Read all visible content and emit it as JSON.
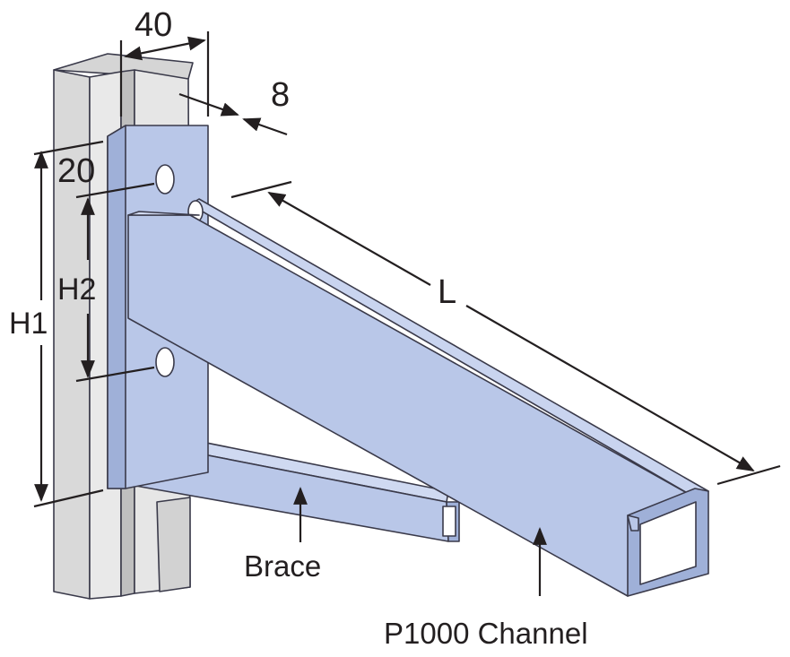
{
  "labels": {
    "dim_width": "40",
    "dim_thickness": "8",
    "dim_hole_offset": "20",
    "dim_h2": "H2",
    "dim_h1": "H1",
    "dim_length": "L",
    "brace": "Brace",
    "channel": "P1000 Channel"
  },
  "colors": {
    "bracket_fill": "#b9c7e8",
    "bracket_shade": "#9fb0d8",
    "column_fill": "#e4e4e4",
    "column_shade": "#c9c9c9",
    "line": "#231f20"
  }
}
